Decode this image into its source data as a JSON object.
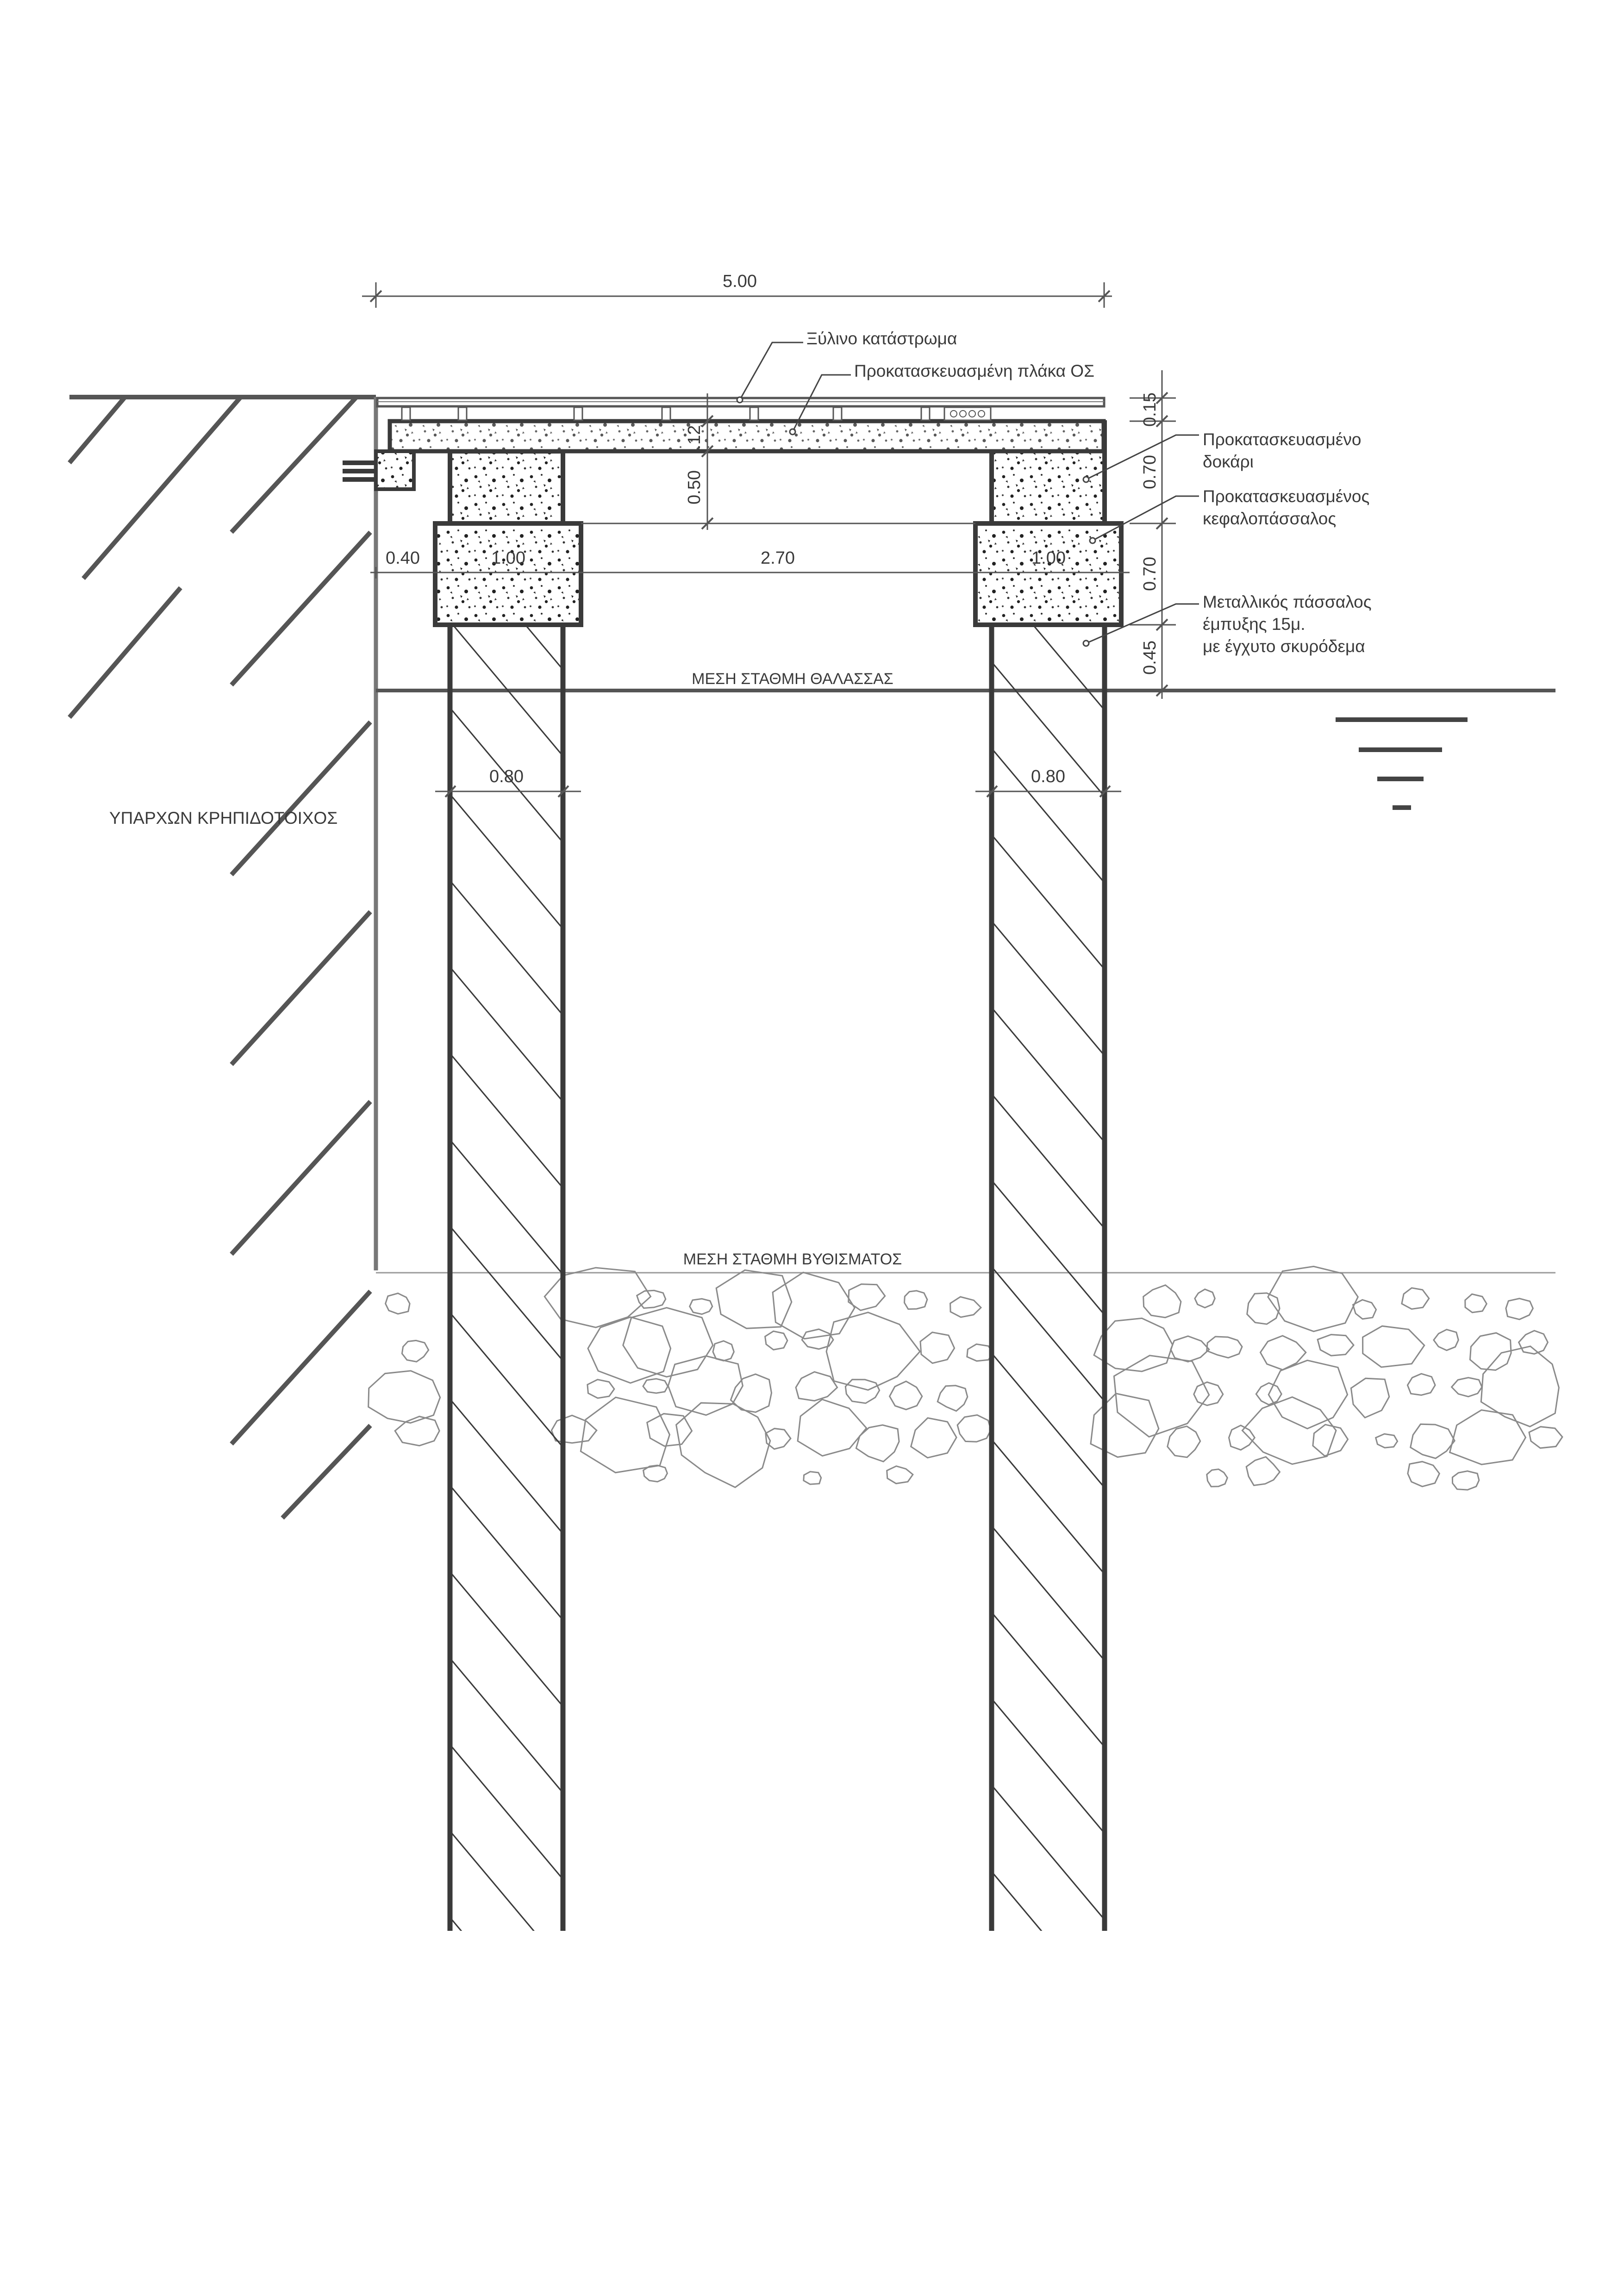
{
  "dimensions": {
    "overall_width": "5.00",
    "deck_thickness": "0.15",
    "slab_thickness": ".12",
    "beam_height_right": "0.70",
    "beam_height_left": "0.50",
    "pile_cap_height": "0.70",
    "cap_above_sea": "0.45",
    "wall_gap": "0.40",
    "cap_width_left": "1.00",
    "clear_span": "2.70",
    "cap_width_right": "1.00",
    "pile_diameter_left": "0.80",
    "pile_diameter_right": "0.80"
  },
  "labels": {
    "wooden_deck": "Ξύλινο κατάστρωμα",
    "precast_slab": "Προκατασκευασμένη πλάκα ΟΣ",
    "precast_beam_line1": "Προκατασκευασμένο",
    "precast_beam_line2": "δοκάρι",
    "precast_pile_cap_line1": "Προκατασκευασμένος",
    "precast_pile_cap_line2": "κεφαλοπάσσαλος",
    "steel_pile_line1": "Μεταλλικός πάσσαλος",
    "steel_pile_line2": "έμπυξης 15μ.",
    "steel_pile_line3": "με έγχυτο σκυρόδεμα",
    "existing_quay_wall": "ΥΠΑΡΧΩΝ ΚΡΗΠΙΔΟΤΟΙΧΟΣ"
  },
  "levels": {
    "mean_sea_level": "ΜΕΣΗ ΣΤΑΘΜΗ ΘΑΛΑΣΣΑΣ",
    "mean_seabed_level": "ΜΕΣΗ ΣΤΑΘΜΗ ΒΥΘΙΣΜΑΤΟΣ"
  },
  "colors": {
    "structure_line": "#3a3a3a",
    "thin_line": "#555555",
    "concrete_fill": "#ffffff",
    "rock_line": "#8a8a8a"
  }
}
